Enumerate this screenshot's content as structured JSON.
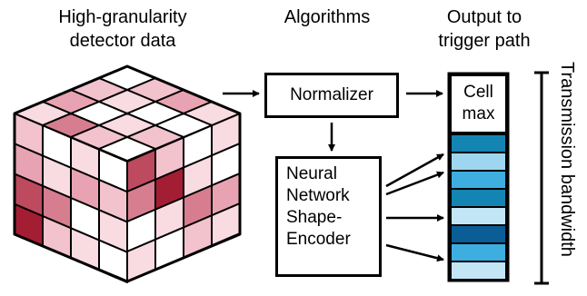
{
  "headers": {
    "detector": [
      "High-granularity",
      "detector data"
    ],
    "algorithms": "Algorithms",
    "output": [
      "Output to",
      "trigger path"
    ]
  },
  "normalizer": {
    "label": "Normalizer"
  },
  "encoder": {
    "lines": [
      "Neural",
      "Network",
      "Shape-",
      "Encoder"
    ]
  },
  "cellmax": {
    "lines": [
      "Cell",
      "max"
    ]
  },
  "bandwidth_label": "Transmission bandwidth",
  "colors": {
    "shades": [
      "#ffffff",
      "#f9dbe2",
      "#f2c2cd",
      "#e7a3b1",
      "#d67e8f",
      "#bd4a5e",
      "#a41e33"
    ],
    "output_cells": [
      "#1485b3",
      "#9fd6ef",
      "#3daedf",
      "#1485b3",
      "#c3e6f7",
      "#0b5d95",
      "#3daedf",
      "#c3e6f7"
    ]
  },
  "cube": {
    "top": [
      [
        0,
        2,
        3,
        1
      ],
      [
        2,
        1,
        0,
        4
      ],
      [
        3,
        0,
        1,
        2
      ],
      [
        1,
        0,
        2,
        0
      ]
    ],
    "left": [
      [
        2,
        3,
        5,
        6
      ],
      [
        0,
        1,
        4,
        2
      ],
      [
        1,
        3,
        0,
        1
      ],
      [
        0,
        2,
        1,
        0
      ]
    ],
    "right": [
      [
        5,
        4,
        0,
        1
      ],
      [
        2,
        6,
        1,
        0
      ],
      [
        0,
        1,
        4,
        2
      ],
      [
        1,
        0,
        3,
        1
      ]
    ]
  }
}
